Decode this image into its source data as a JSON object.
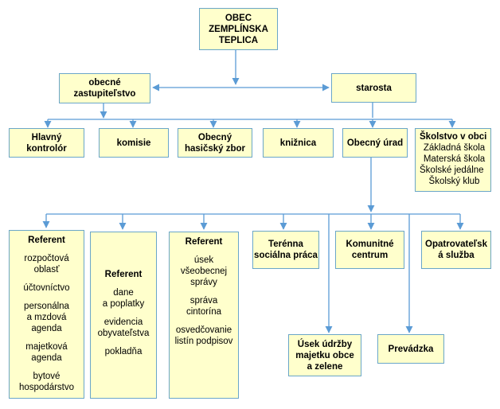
{
  "nodes": {
    "obec": {
      "lines": [
        "OBEC",
        "ZEMPLÍNSKA",
        "TEPLICA"
      ]
    },
    "zastupitelstvo": {
      "lines": [
        "obecné",
        "zastupiteľstvo"
      ]
    },
    "starosta": {
      "label": "starosta"
    },
    "hlavny_kontrolor": {
      "lines": [
        "Hlavný",
        "kontrolór"
      ]
    },
    "komisie": {
      "label": "komisie"
    },
    "hasicsky_zbor": {
      "lines": [
        "Obecný",
        "hasičský zbor"
      ]
    },
    "kniznica": {
      "label": "knižnica"
    },
    "obecny_urad": {
      "label": "Obecný úrad"
    },
    "skolstvo": {
      "title": "Školstvo v obci",
      "items": [
        "Základná škola",
        "Materská škola",
        "Školské jedálne",
        "Školský klub"
      ]
    },
    "referent1": {
      "title": "Referent",
      "items": [
        "rozpočtová\noblasť",
        "účtovníctvo",
        "personálna\na mzdová\nagenda",
        "majetková\nagenda",
        "bytové\nhospodárstvo"
      ]
    },
    "referent2": {
      "title": "Referent",
      "items": [
        "dane\na poplatky",
        "evidencia\nobyvateľstva",
        "pokladňa"
      ]
    },
    "referent3": {
      "title": "Referent",
      "items": [
        "úsek\nvšeobecnej\nsprávy",
        "správa\ncintorína",
        "osvedčovanie\nlistín podpisov"
      ]
    },
    "terenna": {
      "lines": [
        "Terénna",
        "sociálna práca"
      ]
    },
    "komunitne": {
      "lines": [
        "Komunitné",
        "centrum"
      ]
    },
    "opatrovatelska": {
      "lines": [
        "Opatrovateľsk",
        "á služba"
      ]
    },
    "usek_udrzby": {
      "lines": [
        "Úsek údržby",
        "majetku obce",
        "a zelene"
      ]
    },
    "prevadzka": {
      "label": "Prevádzka"
    }
  },
  "colors": {
    "box_fill": "#ffffcc",
    "box_border": "#6aa6c8",
    "connector": "#5b9bd5"
  }
}
